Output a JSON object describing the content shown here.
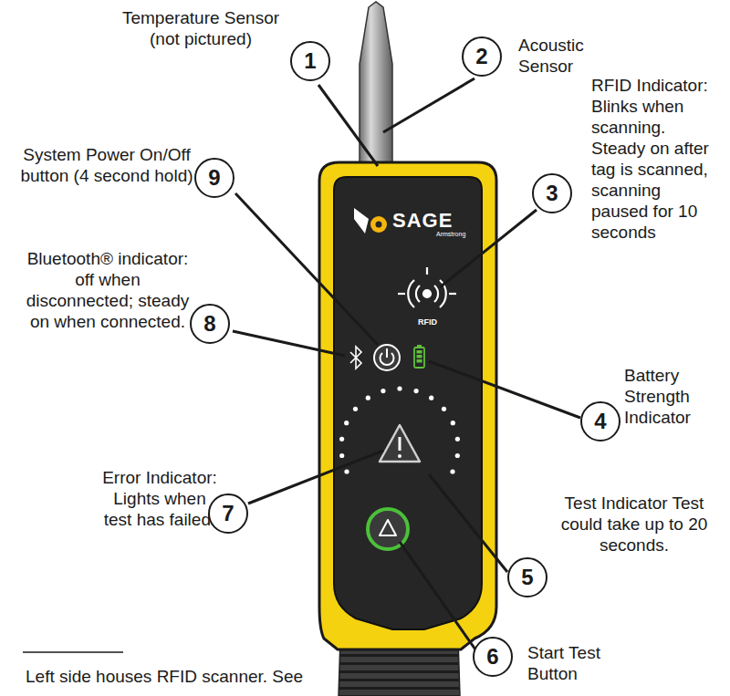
{
  "diagram": {
    "labels": [
      "Temperature Sensor (not pictured)",
      "1",
      "2",
      "Acoustic Sensor",
      "System Power On/Off button (4 second hold)",
      "9",
      "3",
      "RFID Indicator: Blinks when scanning. Steady on after tag is scanned, scanning paused for 10 seconds",
      "Bluetooth® indicator: off when disconnected; steady on when connected.",
      "8",
      "4",
      "Battery Strength Indicator",
      "Error Indicator: Lights when test has failed.",
      "7",
      "5",
      "Test Indicator Test could take up to 20 seconds.",
      "6",
      "Start Test Button",
      "Left side houses RFID scanner. See",
      "SAGE",
      "Armstrong",
      "RFID"
    ]
  }
}
